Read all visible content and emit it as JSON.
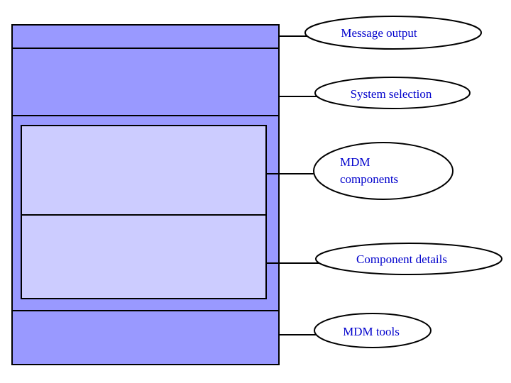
{
  "figure": {
    "background_color": "#ffffff",
    "panel_fill": "#9999ff",
    "inner_panel_fill": "#ccccff",
    "outline_color": "#000000",
    "ellipse_fill": "#ffffff",
    "label_color": "#0000cc"
  },
  "callouts": [
    {
      "label": "Message output"
    },
    {
      "label": "System selection"
    },
    {
      "lines": [
        "MDM",
        "components"
      ]
    },
    {
      "label": "Component details"
    },
    {
      "label": "MDM tools"
    }
  ]
}
